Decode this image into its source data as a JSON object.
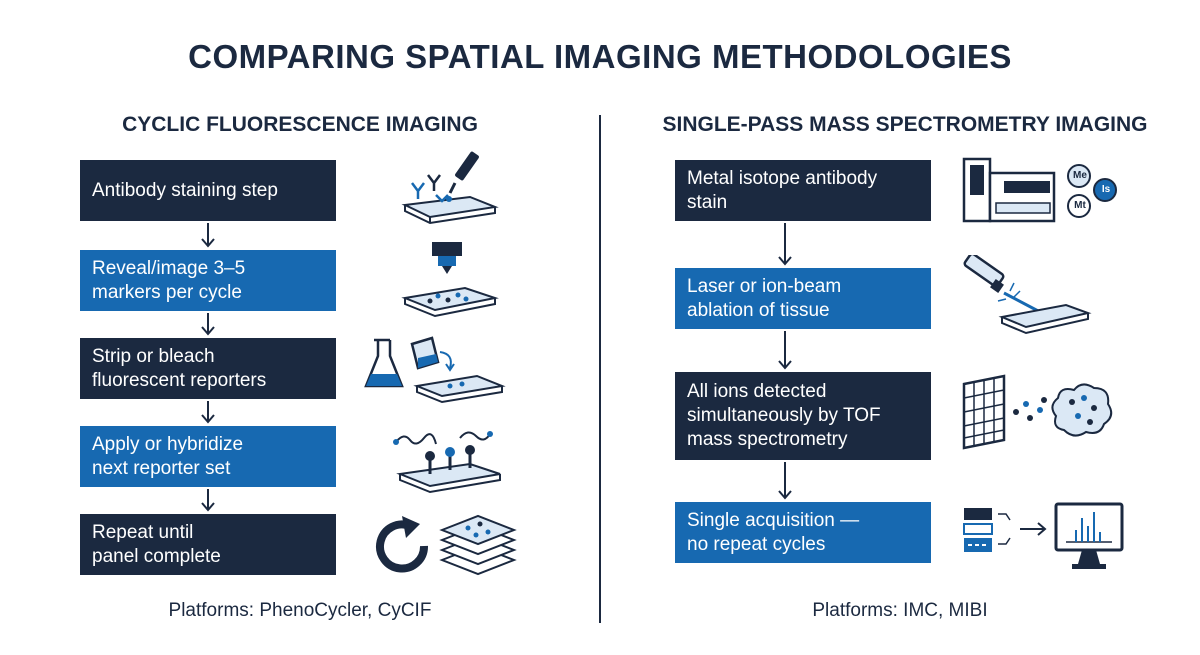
{
  "title": "COMPARING SPATIAL IMAGING METHODOLOGIES",
  "left": {
    "heading": "CYCLIC FLUORESCENCE IMAGING",
    "steps": [
      "Antibody staining step",
      "Reveal/image 3–5\nmarkers per cycle",
      "Strip or bleach\nfluorescent reporters",
      "Apply or hybridize\nnext reporter set",
      "Repeat until\npanel complete"
    ],
    "platforms": "Platforms: PhenoCycler, CyCIF"
  },
  "right": {
    "heading": "SINGLE-PASS MASS SPECTROMETRY IMAGING",
    "steps": [
      "Metal isotope antibody\nstain",
      "Laser or ion-beam\nablation of tissue",
      "All ions detected\nsimultaneously by TOF\nmass spectrometry",
      "Single acquisition —\nno repeat cycles"
    ],
    "isotope_labels": [
      "Me",
      "Is",
      "Mt"
    ],
    "platforms": "Platforms: IMC, MIBI"
  },
  "colors": {
    "navy": "#1b2940",
    "blue": "#1769b1",
    "light_blue": "#dbe8f5"
  }
}
